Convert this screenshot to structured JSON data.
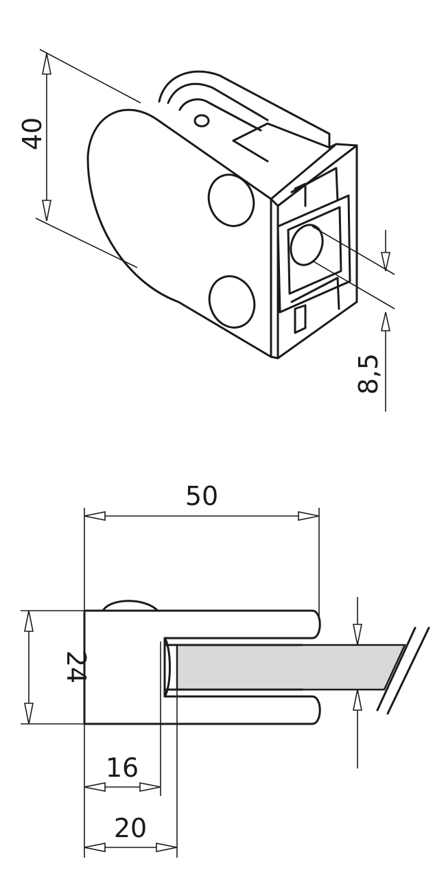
{
  "title": "Glass clamp technical drawing",
  "isometric_view": {
    "height_dim": "40",
    "slot_dim": "8,5"
  },
  "side_view": {
    "length_dim": "50",
    "height_dim": "24",
    "inner_depth_dim": "16",
    "outer_depth_dim": "20"
  },
  "colors": {
    "line": "#1a1a1a",
    "glass": "#d9d9d9"
  }
}
